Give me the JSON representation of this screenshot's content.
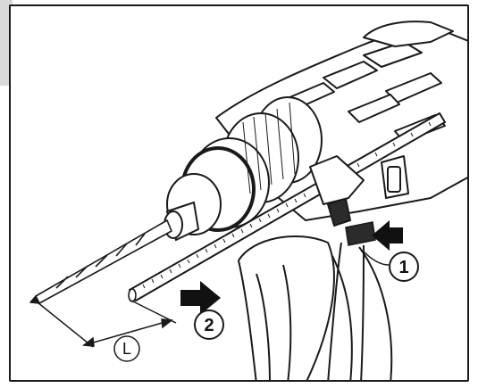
{
  "figure": {
    "callouts": [
      {
        "label": "1",
        "meaning": "push-button-1"
      },
      {
        "label": "2",
        "meaning": "slide-depth-gauge-2"
      }
    ],
    "dimension_label": "L",
    "icons": [
      "drill-body-icon",
      "depth-gauge-rod-icon",
      "drill-bit-icon",
      "push-arrow-icon"
    ],
    "colors": {
      "outline": "#1a1a1a",
      "side_tab": "#d9d9d9",
      "arrow_fill": "#111111",
      "button_fill": "#2b2b2b"
    }
  }
}
